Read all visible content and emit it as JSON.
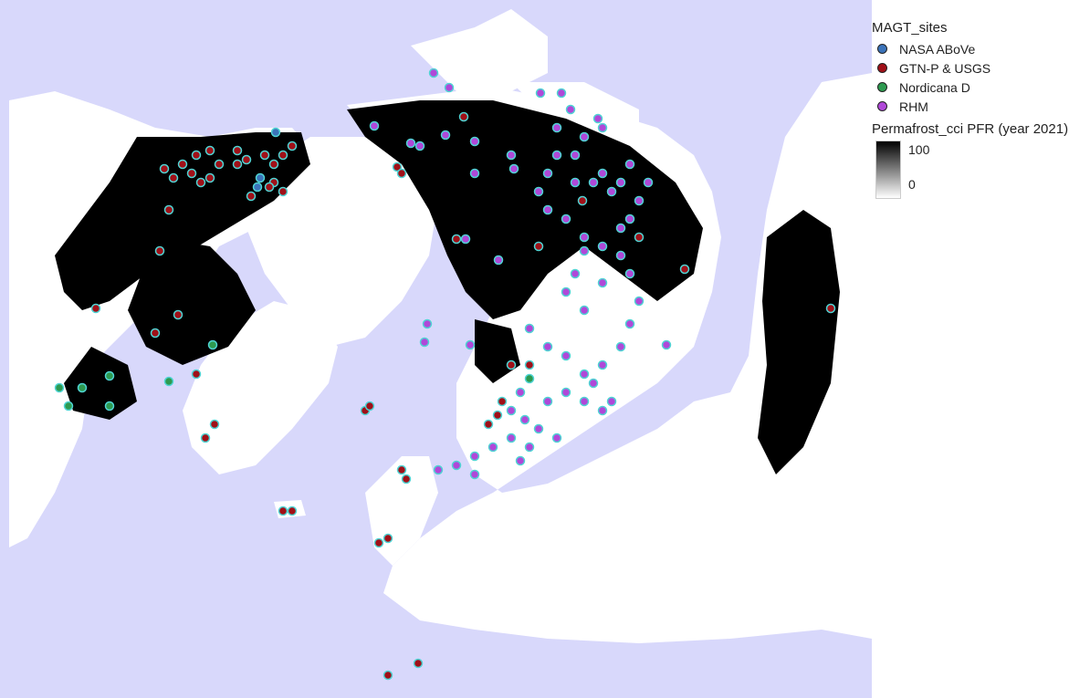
{
  "map": {
    "background_water": "#d8d8fb",
    "land_color": "#ffffff",
    "permafrost_high": "#000000",
    "permafrost_low": "#ffffff"
  },
  "legend": {
    "sites_title": "MAGT_sites",
    "sites": [
      {
        "label": "NASA ABoVe",
        "color": "#3b73b9"
      },
      {
        "label": "GTN-P & USGS",
        "color": "#a01018"
      },
      {
        "label": "Nordicana D",
        "color": "#2e9a50"
      },
      {
        "label": "RHM",
        "color": "#b048d8"
      }
    ],
    "raster_title": "Permafrost_cci PFR (year 2021)",
    "raster_max": "100",
    "raster_min": "0"
  },
  "site_outline": "#4fd4d4"
}
